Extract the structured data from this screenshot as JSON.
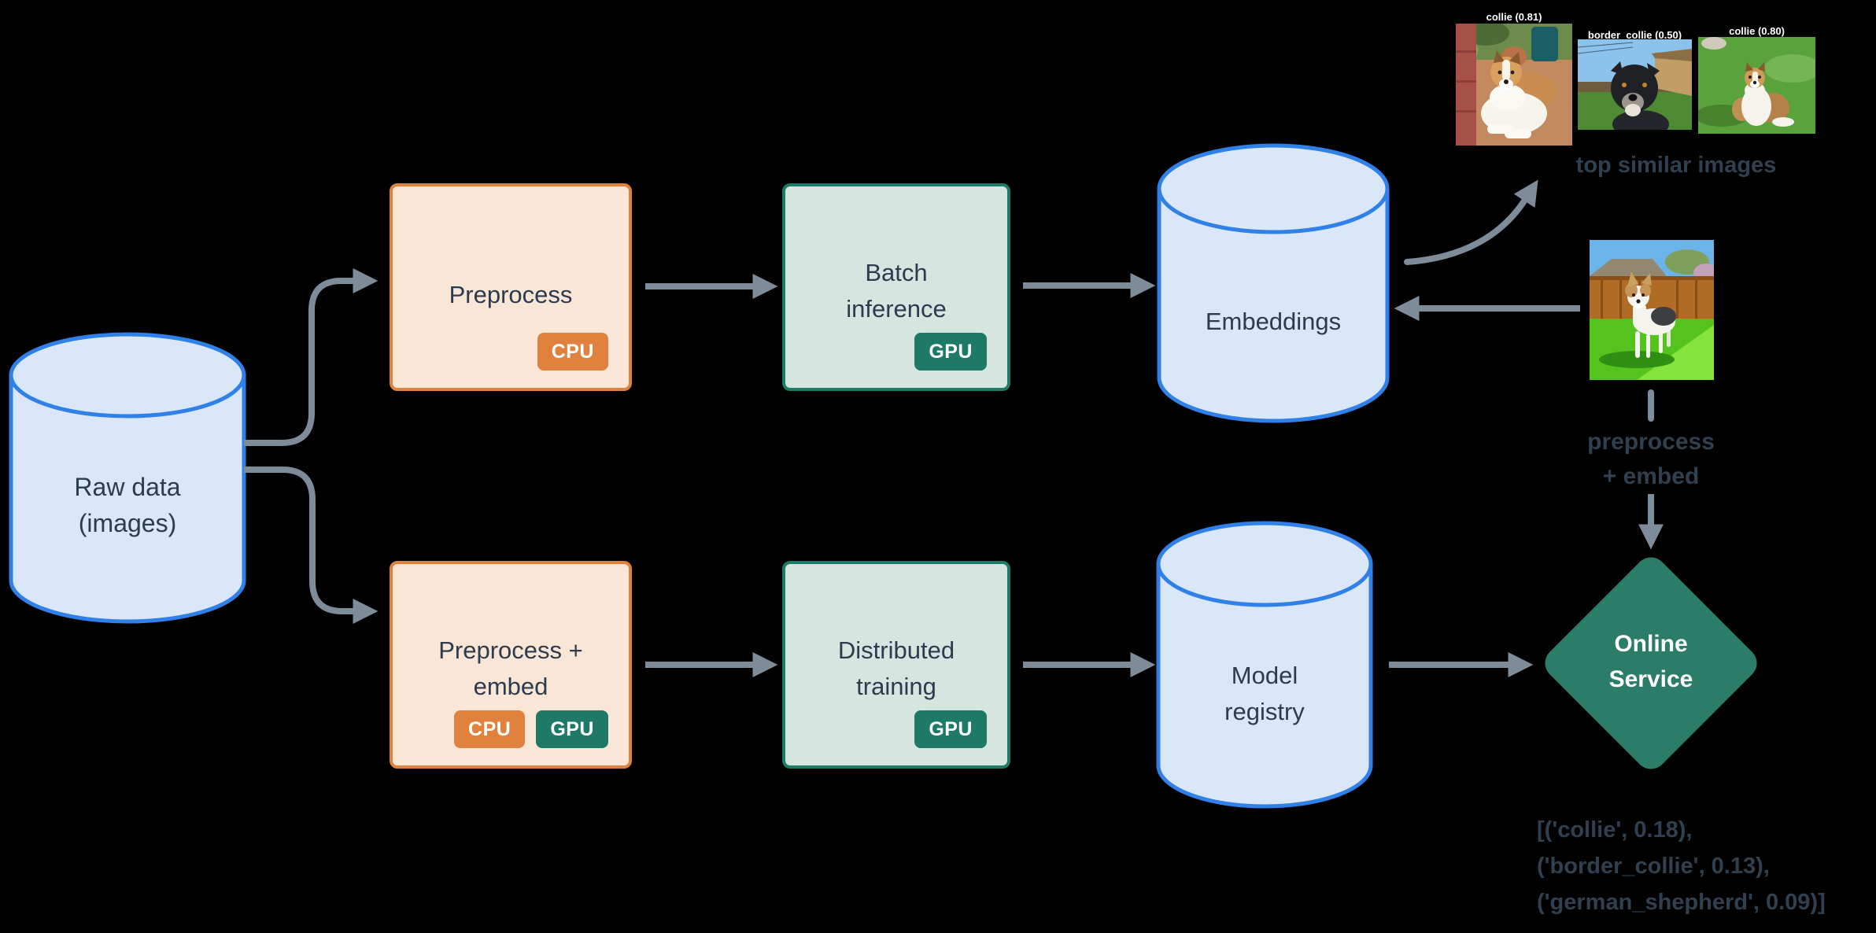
{
  "nodes": {
    "raw_data": {
      "line1": "Raw data",
      "line2": "(images)"
    },
    "preprocess": {
      "label": "Preprocess",
      "badge_cpu": "CPU"
    },
    "batch_inference": {
      "line1": "Batch",
      "line2": "inference",
      "badge_gpu": "GPU"
    },
    "embeddings": {
      "label": "Embeddings"
    },
    "preprocess_embed": {
      "line1": "Preprocess +",
      "line2": "embed",
      "badge_cpu": "CPU",
      "badge_gpu": "GPU"
    },
    "distributed_training": {
      "line1": "Distributed",
      "line2": "training",
      "badge_gpu": "GPU"
    },
    "model_registry": {
      "line1": "Model",
      "line2": "registry"
    },
    "online_service": {
      "line1": "Online",
      "line2": "Service"
    }
  },
  "annotations": {
    "top_similar_images": "top similar images",
    "query_note_line1": "preprocess",
    "query_note_line2": "+ embed",
    "results_line1": "[('collie', 0.18),",
    "results_line2": "('border_collie', 0.13),",
    "results_line3": "('german_shepherd', 0.09)]"
  },
  "similar_images": [
    {
      "caption": "collie (0.81)"
    },
    {
      "caption": "border_collie (0.50)"
    },
    {
      "caption": "collie (0.80)"
    }
  ],
  "colors": {
    "background": "#000000",
    "cylinder_fill": "#d9e7f8",
    "cylinder_stroke": "#2f80e8",
    "cpu_fill": "#f9e6d7",
    "cpu_border": "#e0813d",
    "gpu_fill": "#d5e5e0",
    "gpu_border": "#1e7a66",
    "diamond": "#2b7d68",
    "arrow": "#7e8b99",
    "label_text": "#2d3b4e",
    "annotation_text": "#31404f",
    "badge_text": "#ffffff"
  }
}
